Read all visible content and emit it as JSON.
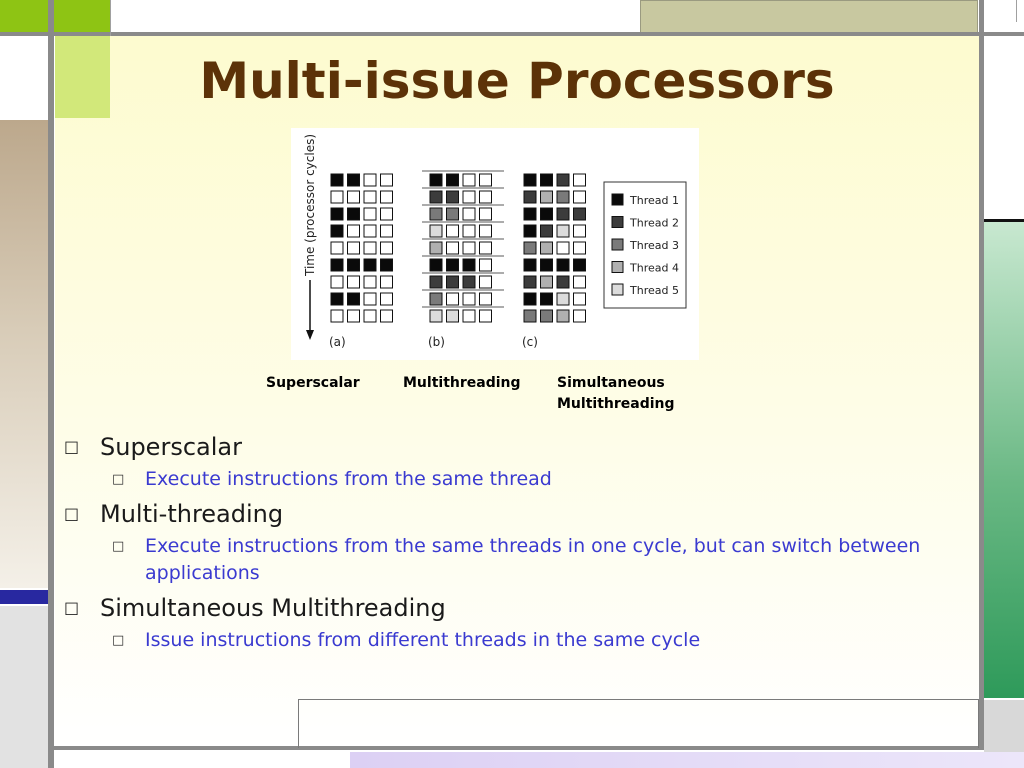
{
  "slide": {
    "title": "Multi-issue Processors"
  },
  "figure": {
    "axis_label": "Time (processor cycles)",
    "panel_labels": [
      "(a)",
      "(b)",
      "(c)"
    ],
    "legend": [
      "Thread 1",
      "Thread 2",
      "Thread 3",
      "Thread 4",
      "Thread 5"
    ],
    "thread_colors": [
      "#ffffff",
      "#0a0a0a",
      "#3c3c3c",
      "#7a7a7a",
      "#b0b0b0",
      "#dcdcdc"
    ],
    "panels": [
      [
        [
          1,
          1,
          0,
          0
        ],
        [
          0,
          0,
          0,
          0
        ],
        [
          1,
          1,
          0,
          0
        ],
        [
          1,
          0,
          0,
          0
        ],
        [
          0,
          0,
          0,
          0
        ],
        [
          1,
          1,
          1,
          1
        ],
        [
          0,
          0,
          0,
          0
        ],
        [
          1,
          1,
          0,
          0
        ],
        [
          0,
          0,
          0,
          0
        ]
      ],
      [
        [
          1,
          1,
          0,
          0
        ],
        [
          2,
          2,
          0,
          0
        ],
        [
          3,
          3,
          0,
          0
        ],
        [
          5,
          0,
          0,
          0
        ],
        [
          4,
          0,
          0,
          0
        ],
        [
          1,
          1,
          1,
          0
        ],
        [
          2,
          2,
          2,
          0
        ],
        [
          3,
          0,
          0,
          0
        ],
        [
          5,
          5,
          0,
          0
        ]
      ],
      [
        [
          1,
          1,
          2,
          0
        ],
        [
          2,
          4,
          3,
          0
        ],
        [
          1,
          1,
          2,
          2
        ],
        [
          1,
          2,
          5,
          0
        ],
        [
          3,
          4,
          0,
          0
        ],
        [
          1,
          1,
          1,
          1
        ],
        [
          2,
          4,
          2,
          0
        ],
        [
          1,
          1,
          5,
          0
        ],
        [
          3,
          3,
          4,
          0
        ]
      ]
    ]
  },
  "captions": {
    "superscalar": "Superscalar",
    "multithreading": "Multithreading",
    "smt_line1": "Simultaneous",
    "smt_line2": "Multithreading"
  },
  "bullets": [
    {
      "text": "Superscalar",
      "sub": [
        "Execute instructions from the same thread"
      ]
    },
    {
      "text": "Multi-threading",
      "sub": [
        "Execute instructions from the same threads in one cycle, but can switch between applications"
      ]
    },
    {
      "text": "Simultaneous Multithreading",
      "sub": [
        "Issue instructions from different threads in the same cycle"
      ]
    }
  ],
  "markers": {
    "level1": "□",
    "level2": "□"
  }
}
